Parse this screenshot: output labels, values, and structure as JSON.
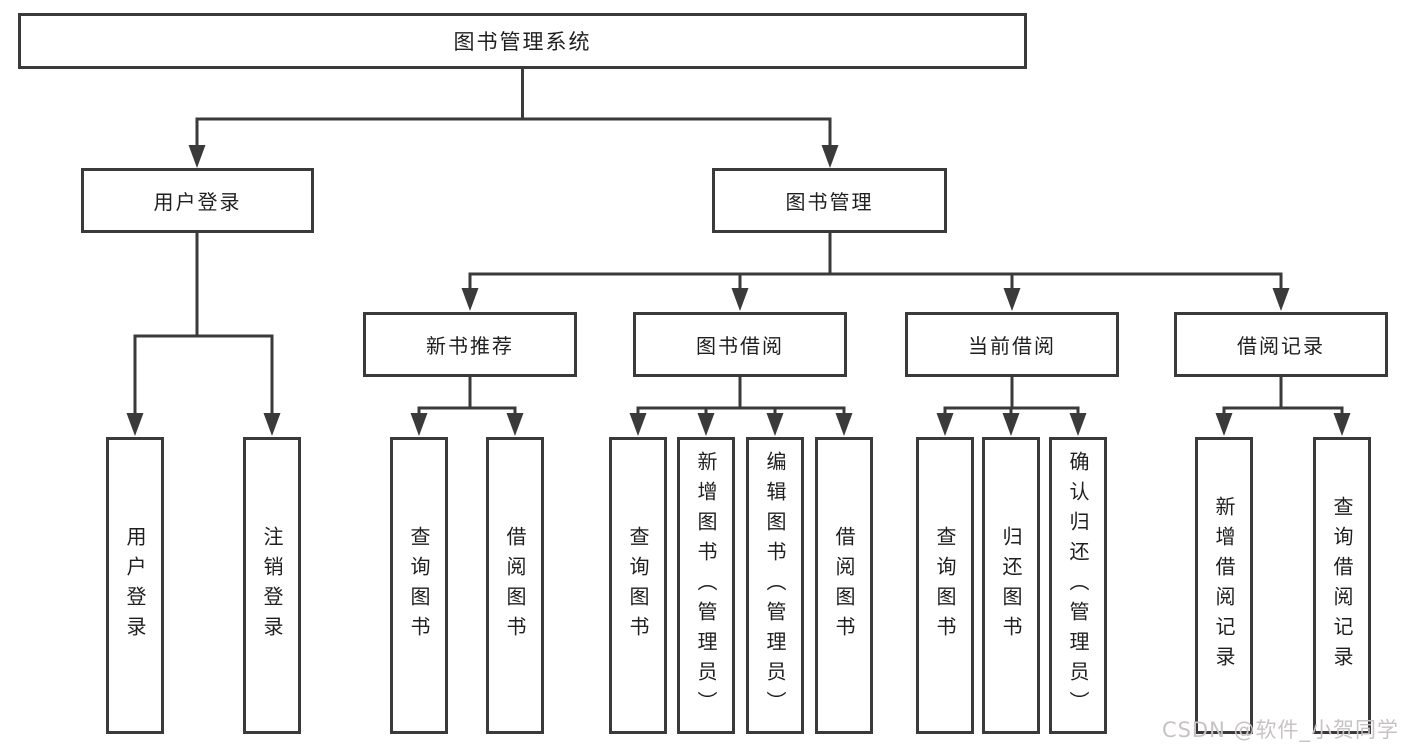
{
  "tree": {
    "root": {
      "label": "图书管理系统"
    },
    "branches": [
      {
        "label": "用户登录",
        "children": [
          "用户登录",
          "注销登录"
        ]
      },
      {
        "label": "图书管理",
        "sections": [
          {
            "label": "新书推荐",
            "children": [
              "查询图书",
              "借阅图书"
            ]
          },
          {
            "label": "图书借阅",
            "children": [
              "查询图书",
              "新增图书（管理员）",
              "编辑图书（管理员）",
              "借阅图书"
            ]
          },
          {
            "label": "当前借阅",
            "children": [
              "查询图书",
              "归还图书",
              "确认归还（管理员）"
            ]
          },
          {
            "label": "借阅记录",
            "children": [
              "新增借阅记录",
              "查询借阅记录"
            ]
          }
        ]
      }
    ]
  },
  "watermark": {
    "text": "CSDN @软件_小贺同学"
  },
  "colors": {
    "line": "#3a3a3a",
    "text": "#1f1f1f",
    "box_fill": "#ffffff",
    "watermark": "#c7c3c4",
    "background": "#ffffff"
  }
}
